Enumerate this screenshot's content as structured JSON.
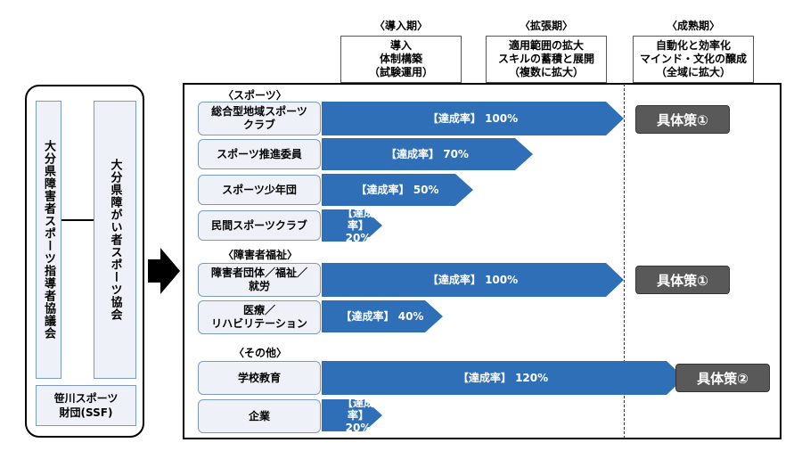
{
  "phases": [
    {
      "label": "〈導入期〉",
      "lines": [
        "導入",
        "体制構築",
        "（試験運用）"
      ]
    },
    {
      "label": "〈拡張期〉",
      "lines": [
        "適用範囲の拡大",
        "スキルの蓄積と展開",
        "（複数に拡大）"
      ]
    },
    {
      "label": "〈成熟期〉",
      "lines": [
        "自動化と効率化",
        "マインド・文化の醸成",
        "（全域に拡大）"
      ]
    }
  ],
  "organizations": {
    "left_col": "大分県障害者スポーツ指導者協議会",
    "right_col": "大分県障がい者スポーツ協会",
    "bottom_lines": [
      "笹川スポーツ",
      "財団(SSF)"
    ]
  },
  "sections": {
    "sports": "〈スポーツ〉",
    "welfare": "〈障害者福祉〉",
    "other": "〈その他〉"
  },
  "items": [
    {
      "lines": [
        "総合型地域スポーツ",
        "クラブ"
      ],
      "rate_label": "【達成率】",
      "rate": "100%",
      "value": 100
    },
    {
      "lines": [
        "スポーツ推進委員"
      ],
      "rate_label": "【達成率】",
      "rate": "70%",
      "value": 70
    },
    {
      "lines": [
        "スポーツ少年団"
      ],
      "rate_label": "【達成率】",
      "rate": "50%",
      "value": 50
    },
    {
      "lines": [
        "民間スポーツクラブ"
      ],
      "rate_label": "【達成率】",
      "rate": "20%",
      "value": 20
    },
    {
      "lines": [
        "障害者団体／福祉／",
        "就労"
      ],
      "rate_label": "【達成率】",
      "rate": "100%",
      "value": 100
    },
    {
      "lines": [
        "医療／",
        "リハビリテーション"
      ],
      "rate_label": "【達成率】",
      "rate": "40%",
      "value": 40
    },
    {
      "lines": [
        "学校教育"
      ],
      "rate_label": "【達成率】",
      "rate": "120%",
      "value": 120
    },
    {
      "lines": [
        "企業"
      ],
      "rate_label": "【達成率】",
      "rate": "20%",
      "value": 20
    }
  ],
  "measures": [
    "具体策①",
    "具体策①",
    "具体策②"
  ],
  "colors": {
    "arrow": "#2e6fb8",
    "measure": "#595959",
    "box_fill": "#eef2f8",
    "box_border": "#7a9bc2"
  }
}
